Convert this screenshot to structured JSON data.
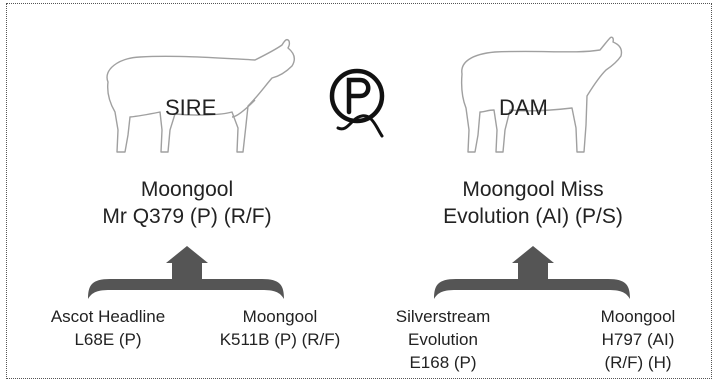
{
  "sire": {
    "badge": "SIRE",
    "name_line1": "Moongool",
    "name_line2": "Mr Q379 (P) (R/F)",
    "parents": [
      {
        "line1": "Ascot Headline",
        "line2": "L68E (P)"
      },
      {
        "line1": "Moongool",
        "line2": "K511B (P) (R/F)"
      }
    ]
  },
  "dam": {
    "badge": "DAM",
    "name_line1": "Moongool Miss",
    "name_line2": "Evolution (AI) (P/S)",
    "parents": [
      {
        "line1": "Silverstream",
        "line2": "Evolution",
        "line3": "E168 (P)"
      },
      {
        "line1": "Moongool",
        "line2": "H797 (AI)",
        "line3": "(R/F) (H)"
      }
    ]
  },
  "center_symbol": "P",
  "colors": {
    "arrow": "#555555",
    "outline": "#999999",
    "text": "#222222"
  }
}
